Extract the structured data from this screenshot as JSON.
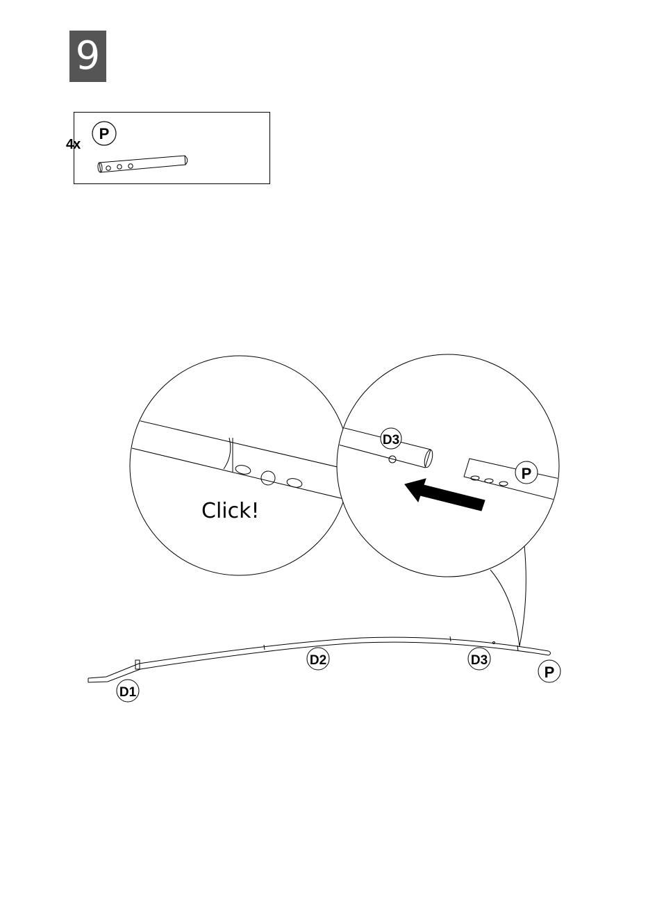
{
  "step": {
    "number": "9"
  },
  "parts": {
    "quantity": "4x",
    "part_label": "P"
  },
  "detail_left": {
    "annotation": "Click!"
  },
  "detail_right": {
    "label_tube": "D3",
    "label_insert": "P",
    "arrow_icon": "insert-arrow-icon"
  },
  "frame": {
    "label_d1": "D1",
    "label_d2": "D2",
    "label_d3": "D3",
    "label_p": "P"
  }
}
